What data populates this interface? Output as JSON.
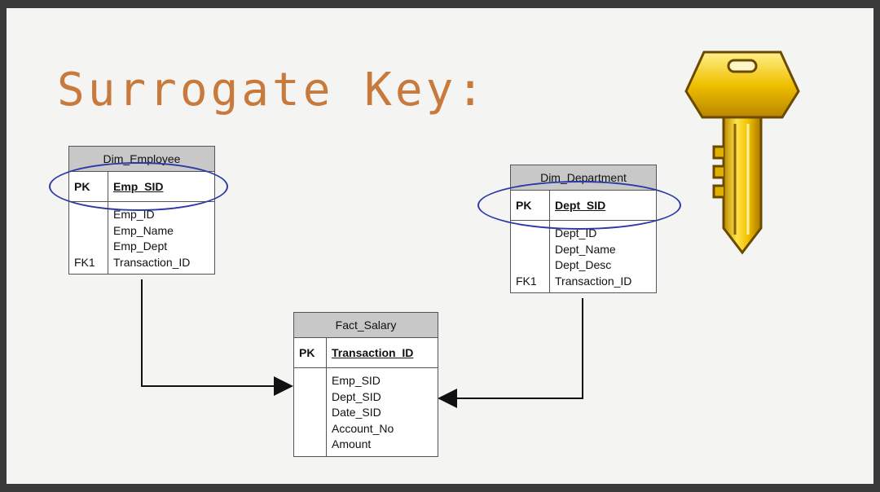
{
  "title": "Surrogate Key:",
  "tables": {
    "dim_employee": {
      "name": "Dim_Employee",
      "pk_label": "PK",
      "pk_field": "Emp_SID",
      "fields": [
        "Emp_ID",
        "Emp_Name",
        "Emp_Dept",
        "Transaction_ID"
      ],
      "fk_labels": [
        "",
        "",
        "",
        "FK1"
      ]
    },
    "dim_department": {
      "name": "Dim_Department",
      "pk_label": "PK",
      "pk_field": "Dept_SID",
      "fields": [
        "Dept_ID",
        "Dept_Name",
        "Dept_Desc",
        "Transaction_ID"
      ],
      "fk_labels": [
        "",
        "",
        "",
        "FK1"
      ]
    },
    "fact_salary": {
      "name": "Fact_Salary",
      "pk_label": "PK",
      "pk_field": "Transaction_ID",
      "fields": [
        "Emp_SID",
        "Dept_SID",
        "Date_SID",
        "Account_No",
        "Amount"
      ],
      "fk_labels": [
        "",
        "",
        "",
        "",
        ""
      ]
    }
  },
  "colors": {
    "title": "#c87a3c",
    "highlight_ellipse": "#2c3aa6",
    "key_gold": "#e8b400"
  },
  "icons": {
    "key": "key-icon"
  }
}
